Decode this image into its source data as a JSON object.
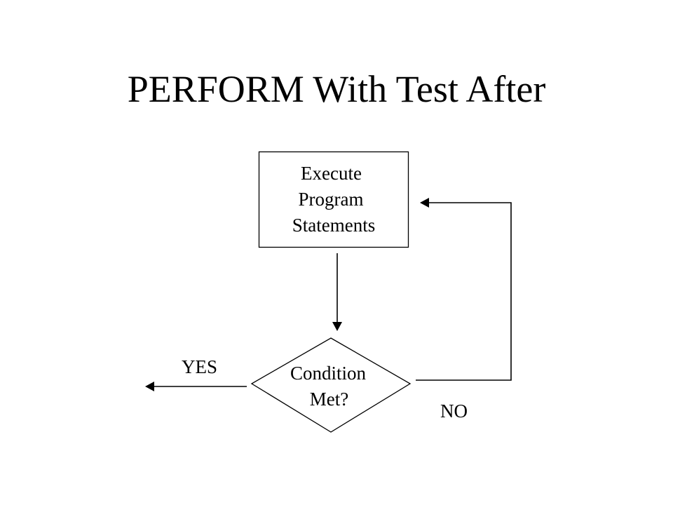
{
  "title": "PERFORM With Test After",
  "process": {
    "lines": [
      "Execute",
      "Program",
      "Statements"
    ]
  },
  "decision": {
    "lines": [
      "Condition",
      "Met?"
    ]
  },
  "branches": {
    "yes": "YES",
    "no": "NO"
  },
  "colors": {
    "stroke": "#000000",
    "background": "#ffffff"
  }
}
